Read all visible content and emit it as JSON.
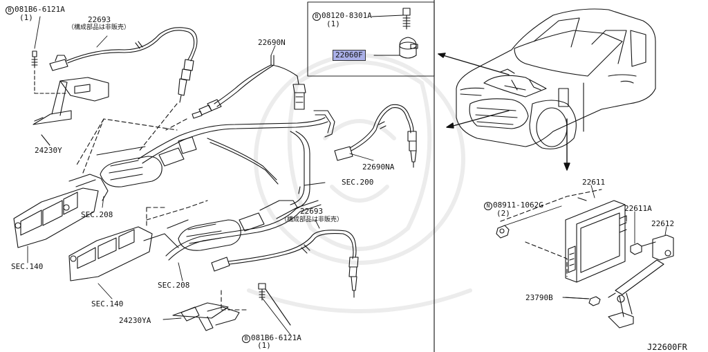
{
  "labels": {
    "bolt_top_left": {
      "prefix": "B",
      "code": "081B6-6121A",
      "qty": "(1)"
    },
    "sensor_top_part": "22693",
    "sensor_top_note": "（構成部品は非販売）",
    "bracket_top": "24230Y",
    "sensor_n": "22690N",
    "sensor_na": "22690NA",
    "sec200": "SEC.200",
    "sec208_a": "SEC.208",
    "sec208_b": "SEC.208",
    "sec140_a": "SEC.140",
    "sec140_b": "SEC.140",
    "sensor_bottom_part": "22693",
    "sensor_bottom_note": "（構成部品は非販売）",
    "bracket_bottom": "24230YA",
    "bolt_bottom": {
      "prefix": "B",
      "code": "081B6-6121A",
      "qty": "(1)"
    },
    "knock_bolt": {
      "prefix": "B",
      "code": "08120-8301A",
      "qty": "(1)"
    },
    "knock_sensor": "22060F",
    "ecm": "22611",
    "nut": {
      "prefix": "N",
      "code": "08911-1062G",
      "qty": "(2)"
    },
    "ecm_screw": "22611A",
    "ecm_bracket": "22612",
    "ecm_nut": "23790B",
    "diagram_id": "J22600FR"
  },
  "colors": {
    "highlight": "#aab0e8",
    "line": "#111111"
  }
}
